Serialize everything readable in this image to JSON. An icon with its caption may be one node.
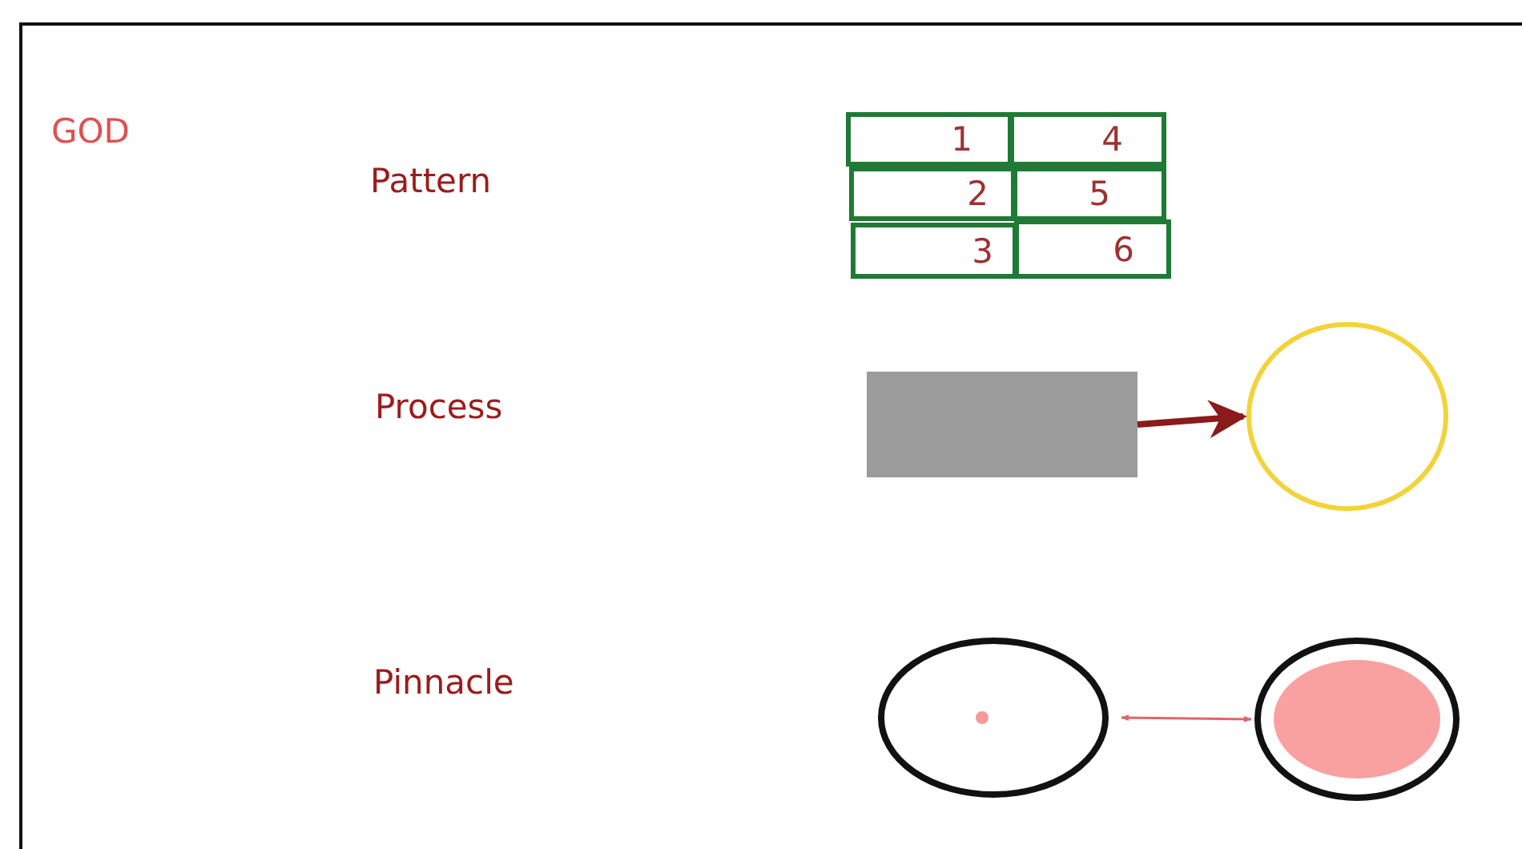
{
  "diagram": {
    "nodes": [
      {
        "text": [
          "1"
        ]
      },
      {
        "text": [
          "4"
        ]
      },
      {
        "text": [
          "2"
        ]
      },
      {
        "text": [
          "5"
        ]
      },
      {
        "text": [
          "3"
        ]
      },
      {
        "text": [
          "6"
        ]
      },
      {
        "text": [],
        "shape": "box"
      },
      {
        "text": [],
        "shape": "circle"
      },
      {
        "text": [],
        "shape": "circle"
      },
      {
        "text": [],
        "shape": "circle"
      }
    ],
    "edges": [
      {
        "from": 6,
        "to": 7,
        "arrow": "to",
        "style": "thick",
        "color": "#8b1a1a"
      },
      {
        "from": 8,
        "to": 9,
        "arrow": "both",
        "color": "#e06666"
      }
    ],
    "labels": [
      "GOD",
      "Pattern",
      "Process",
      "Pinnacle"
    ]
  }
}
